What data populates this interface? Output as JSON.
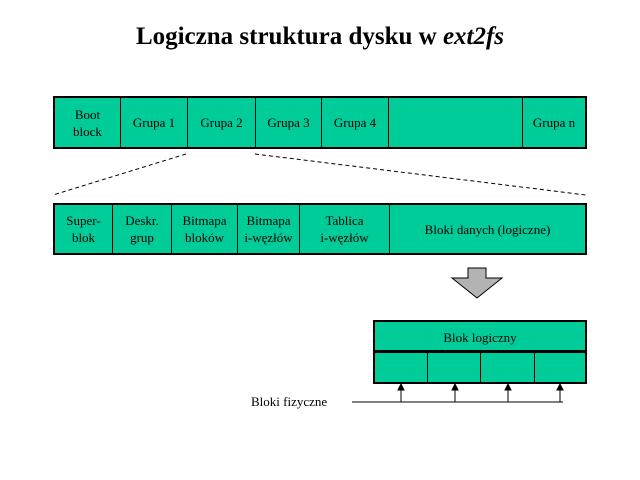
{
  "title": {
    "main": "Logiczna struktura dysku w ",
    "emph": "ext2fs"
  },
  "disk_row": [
    {
      "id": "boot-block",
      "label": "Boot\nblock"
    },
    {
      "id": "group-1",
      "label": "Grupa 1"
    },
    {
      "id": "group-2",
      "label": "Grupa 2"
    },
    {
      "id": "group-3",
      "label": "Grupa 3"
    },
    {
      "id": "group-4",
      "label": "Grupa 4"
    },
    {
      "id": "group-gap",
      "label": ""
    },
    {
      "id": "group-n",
      "label": "Grupa n"
    }
  ],
  "group_row": [
    {
      "id": "superblock",
      "label": "Super-\nblok"
    },
    {
      "id": "group-descriptors",
      "label": "Deskr.\ngrup"
    },
    {
      "id": "block-bitmap",
      "label": "Bitmapa\nbloków"
    },
    {
      "id": "inode-bitmap",
      "label": "Bitmapa\ni-węzłów"
    },
    {
      "id": "inode-table",
      "label": "Tablica\ni-węzłów"
    },
    {
      "id": "data-blocks",
      "label": "Bloki danych (logiczne)"
    }
  ],
  "logical_block": {
    "label": "Blok logiczny"
  },
  "physical_blocks_label": "Bloki fizyczne",
  "colors": {
    "fill": "#00cc99",
    "line": "#000000",
    "arrow_fill": "#b3b3b3"
  }
}
